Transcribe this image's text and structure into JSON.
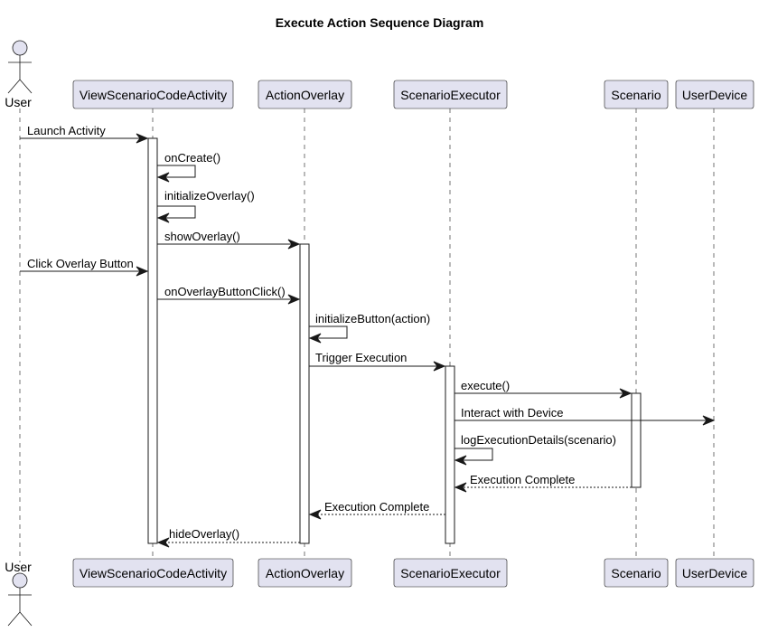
{
  "title": "Execute Action Sequence Diagram",
  "participants": [
    {
      "id": "user",
      "label": "User",
      "kind": "actor"
    },
    {
      "id": "view",
      "label": "ViewScenarioCodeActivity",
      "kind": "participant"
    },
    {
      "id": "overlay",
      "label": "ActionOverlay",
      "kind": "participant"
    },
    {
      "id": "executor",
      "label": "ScenarioExecutor",
      "kind": "participant"
    },
    {
      "id": "scenario",
      "label": "Scenario",
      "kind": "participant"
    },
    {
      "id": "device",
      "label": "UserDevice",
      "kind": "participant"
    }
  ],
  "messages": [
    {
      "from": "user",
      "to": "view",
      "label": "Launch Activity",
      "style": "solid"
    },
    {
      "from": "view",
      "to": "view",
      "label": "onCreate()",
      "style": "self"
    },
    {
      "from": "view",
      "to": "view",
      "label": "initializeOverlay()",
      "style": "self"
    },
    {
      "from": "view",
      "to": "overlay",
      "label": "showOverlay()",
      "style": "solid"
    },
    {
      "from": "user",
      "to": "view",
      "label": "Click Overlay Button",
      "style": "solid"
    },
    {
      "from": "view",
      "to": "overlay",
      "label": "onOverlayButtonClick()",
      "style": "solid"
    },
    {
      "from": "overlay",
      "to": "overlay",
      "label": "initializeButton(action)",
      "style": "self"
    },
    {
      "from": "overlay",
      "to": "executor",
      "label": "Trigger Execution",
      "style": "solid"
    },
    {
      "from": "executor",
      "to": "scenario",
      "label": "execute()",
      "style": "solid"
    },
    {
      "from": "executor",
      "to": "device",
      "label": "Interact with Device",
      "style": "solid"
    },
    {
      "from": "executor",
      "to": "executor",
      "label": "logExecutionDetails(scenario)",
      "style": "self"
    },
    {
      "from": "scenario",
      "to": "executor",
      "label": "Execution Complete",
      "style": "dashed"
    },
    {
      "from": "executor",
      "to": "overlay",
      "label": "Execution Complete",
      "style": "dashed"
    },
    {
      "from": "overlay",
      "to": "view",
      "label": "hideOverlay()",
      "style": "dashed"
    }
  ]
}
